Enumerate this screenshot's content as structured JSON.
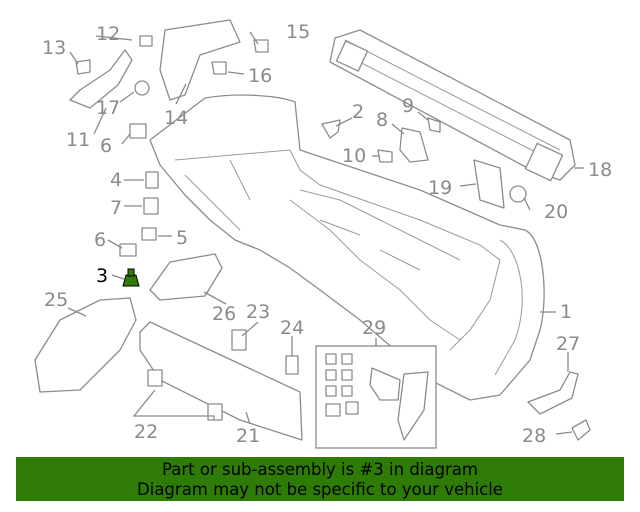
{
  "banner": {
    "line1": "Part or sub-assembly is #3 in diagram",
    "line2": "Diagram may not be specific to your vehicle"
  },
  "highlight_color": "#2e7b06",
  "callouts": {
    "c1": "1",
    "c2": "2",
    "c3": "3",
    "c4": "4",
    "c5": "5",
    "c6a": "6",
    "c6b": "6",
    "c7": "7",
    "c8": "8",
    "c9": "9",
    "c10": "10",
    "c11": "11",
    "c12": "12",
    "c13": "13",
    "c14": "14",
    "c15": "15",
    "c16": "16",
    "c17": "17",
    "c18": "18",
    "c19": "19",
    "c20": "20",
    "c21": "21",
    "c22": "22",
    "c23": "23",
    "c24": "24",
    "c25": "25",
    "c26": "26",
    "c27": "27",
    "c28": "28",
    "c29": "29"
  },
  "highlighted_part": "3"
}
